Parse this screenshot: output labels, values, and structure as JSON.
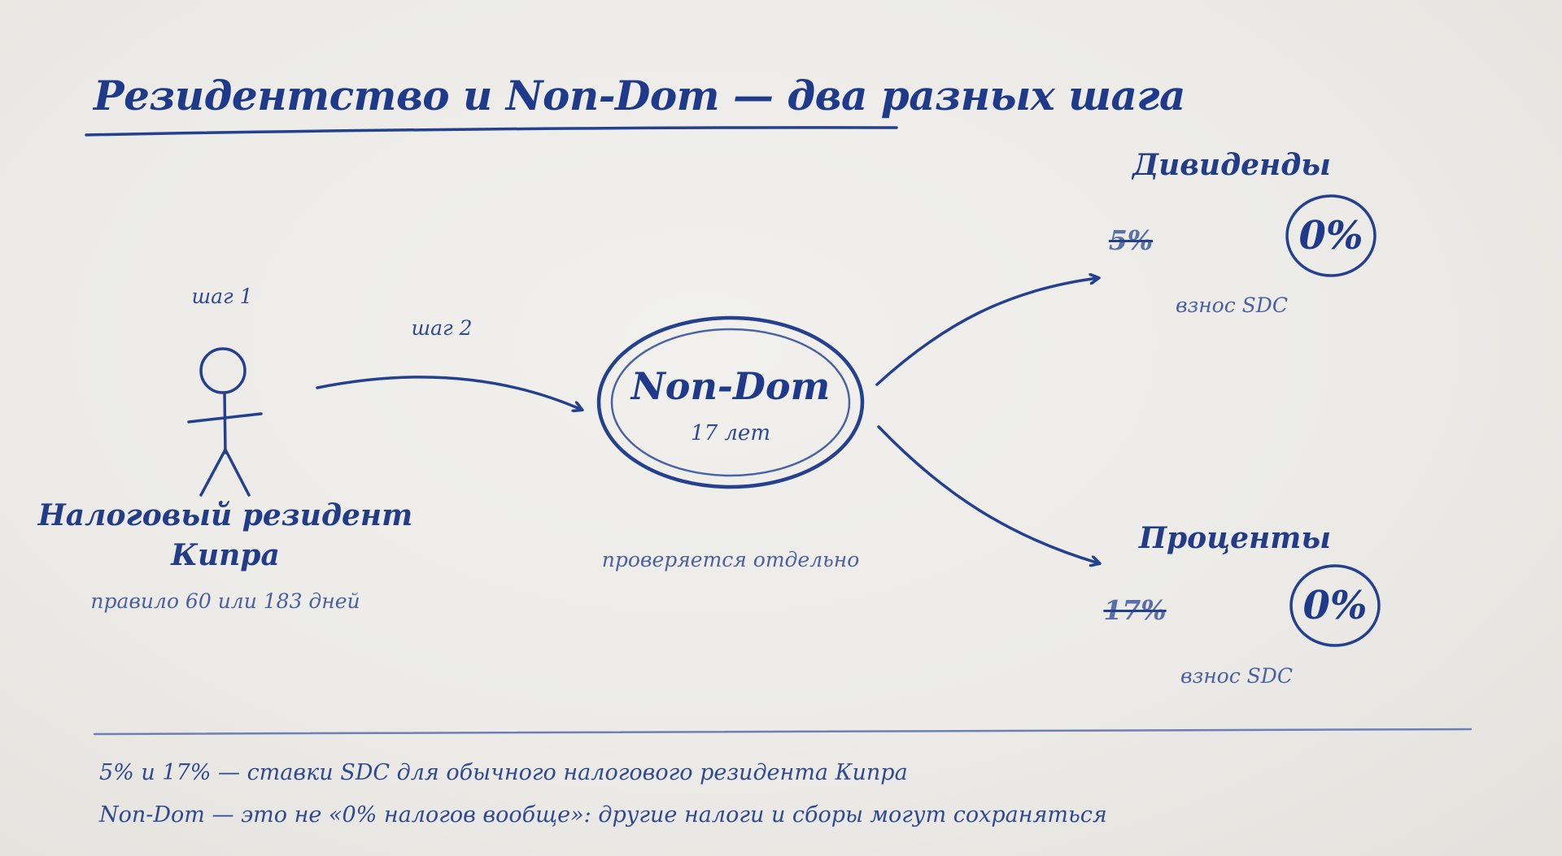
{
  "title": "Резидентство и Non-Dom — два разных шага",
  "person": {
    "step": "шаг 1",
    "label_line1": "Налоговый резидент",
    "label_line2": "Кипра",
    "rule": "правило 60 или 183 дней"
  },
  "transition": {
    "step": "шаг 2"
  },
  "nondom": {
    "title": "Non-Dom",
    "duration": "17 лет",
    "note": "проверяется отдельно"
  },
  "outcomes": [
    {
      "heading": "Дивиденды",
      "old_rate": "5%",
      "new_rate": "0%",
      "caption": "взнос SDC"
    },
    {
      "heading": "Проценты",
      "old_rate": "17%",
      "new_rate": "0%",
      "caption": "взнос SDC"
    }
  ],
  "footnotes": [
    "5% и 17% — ставки SDC для обычного налогового резидента Кипра",
    "Non-Dom — это не «0% налогов вообще»: другие налоги и сборы могут сохраняться"
  ],
  "colors": {
    "ink": "#24408f",
    "background": "#ecebe7"
  }
}
